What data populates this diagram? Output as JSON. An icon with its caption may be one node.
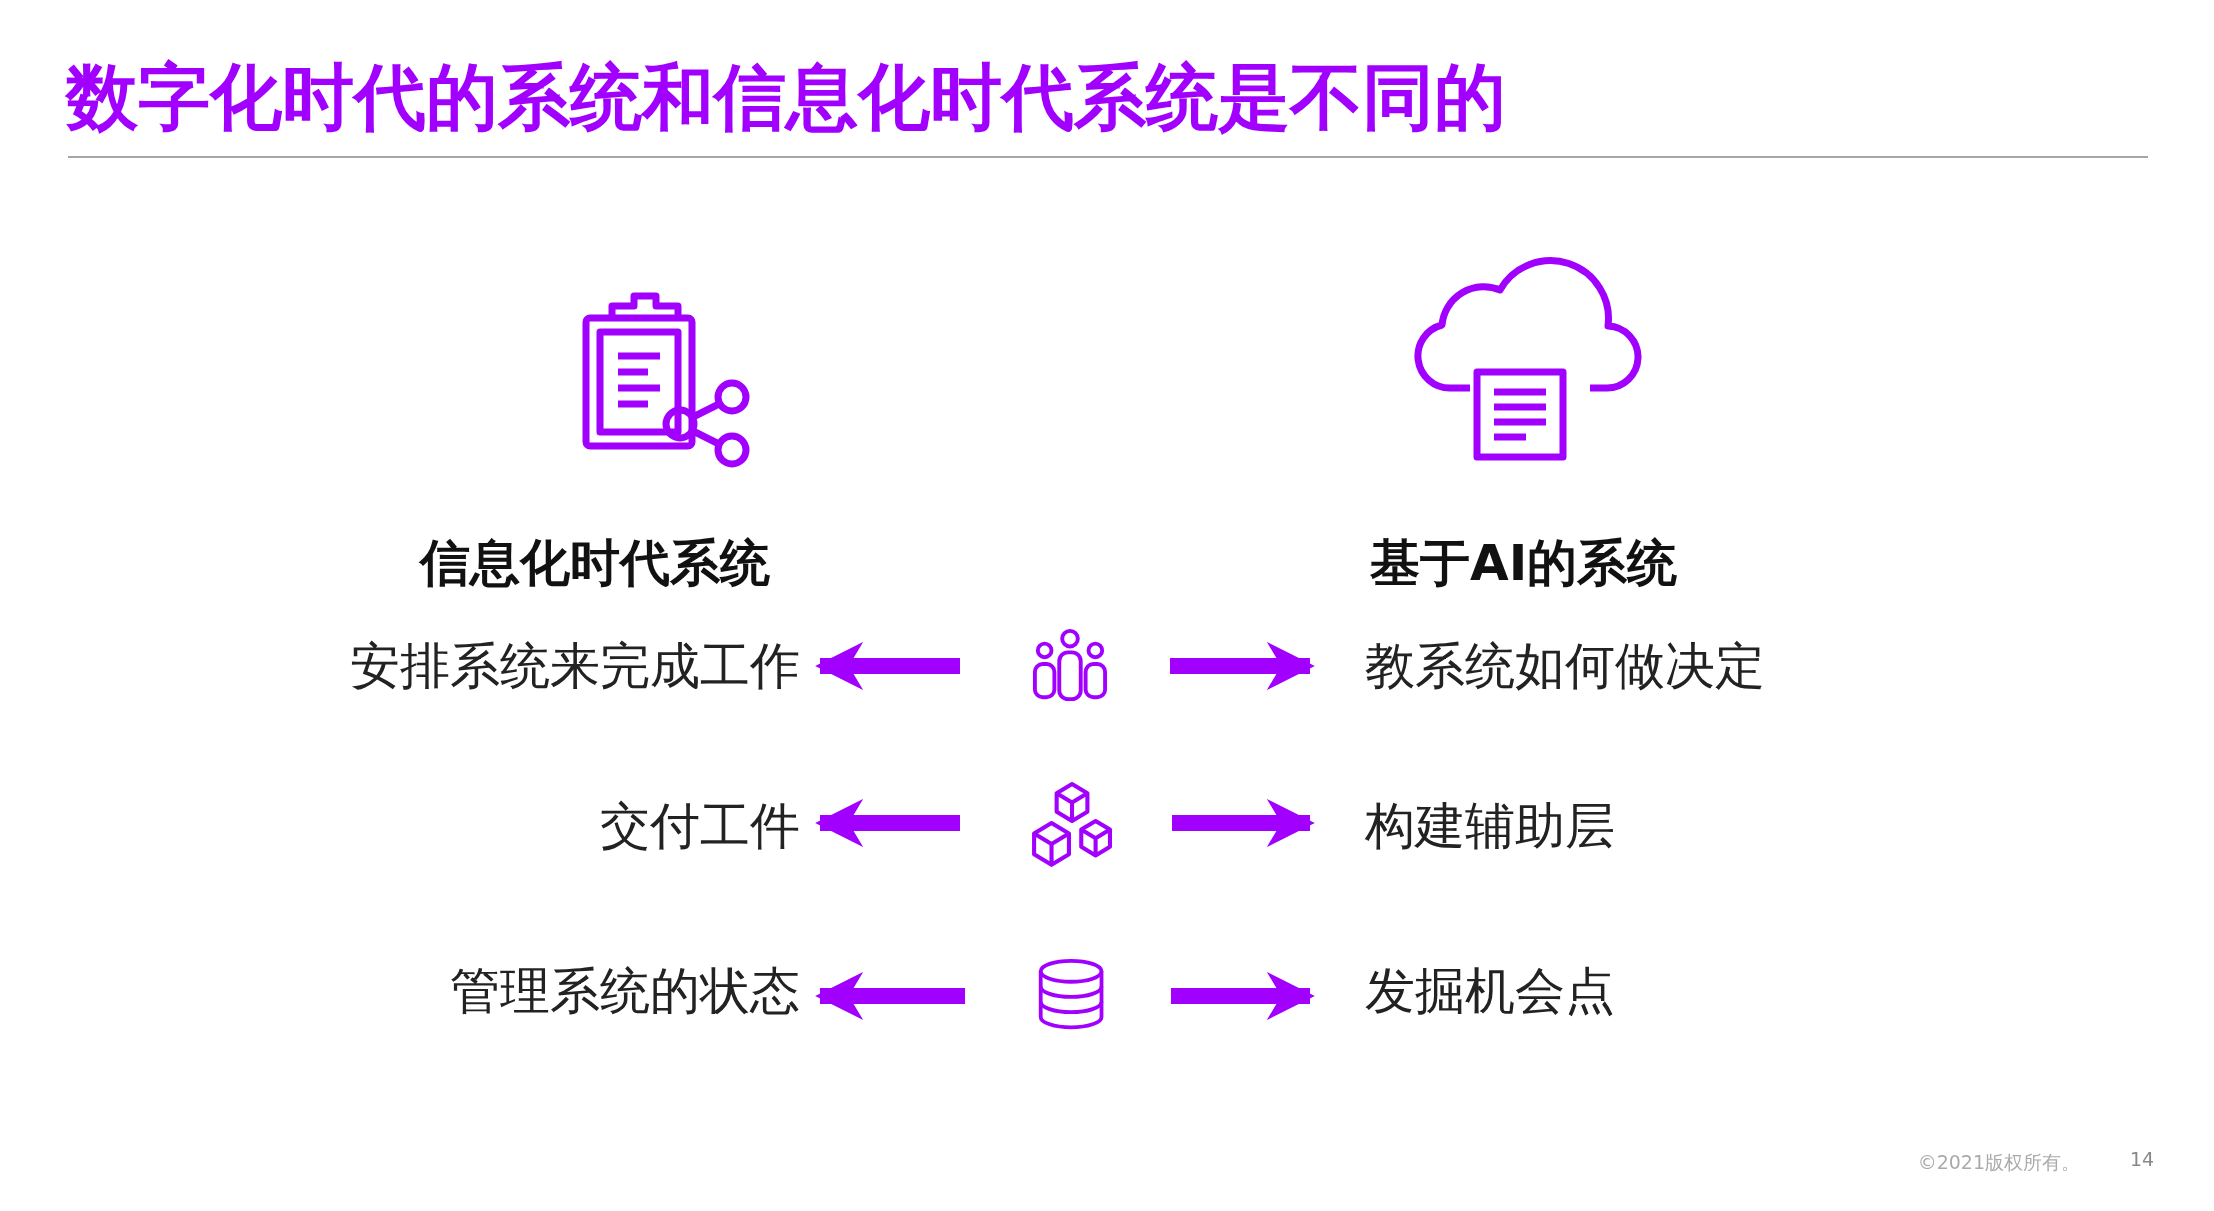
{
  "diagram": {
    "title": "数字化时代的系统和信息化时代系统是不同的",
    "nodes": [
      {
        "text": [
          "安排系统来完成工作"
        ]
      },
      {
        "text": [],
        "shape": "person"
      },
      {
        "text": [
          "教系统如何做决定"
        ]
      },
      {
        "text": [
          "交付工件"
        ]
      },
      {
        "text": [],
        "shape": "box"
      },
      {
        "text": [
          "构建辅助层"
        ]
      },
      {
        "text": [
          "管理系统的状态"
        ]
      },
      {
        "text": [],
        "shape": "cylinder"
      },
      {
        "text": [
          "发掘机会点"
        ]
      }
    ],
    "edges": [
      {
        "from": 1,
        "to": 0,
        "arrow": "to"
      },
      {
        "from": 1,
        "to": 2,
        "arrow": "to"
      },
      {
        "from": 4,
        "to": 3,
        "arrow": "to"
      },
      {
        "from": 4,
        "to": 5,
        "arrow": "to"
      },
      {
        "from": 7,
        "to": 6,
        "arrow": "to"
      },
      {
        "from": 7,
        "to": 8,
        "arrow": "to"
      }
    ],
    "labels": [
      "信息化时代系统",
      "基于AI的系统",
      "©2021版权所有。",
      "14"
    ]
  }
}
